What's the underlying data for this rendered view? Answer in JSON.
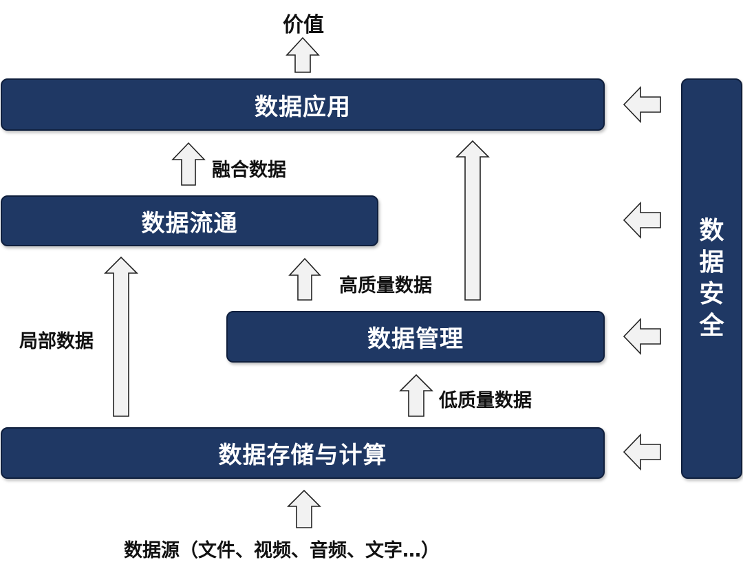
{
  "diagram": {
    "top_label": "价值",
    "bottom_label": "数据源（文件、视频、音频、文字…）",
    "boxes": {
      "application": "数据应用",
      "circulation": "数据流通",
      "management": "数据管理",
      "storage_compute": "数据存储与计算",
      "security": [
        "数",
        "据",
        "安",
        "全"
      ]
    },
    "flow_labels": {
      "fused": "融合数据",
      "high_quality": "高质量数据",
      "local": "局部数据",
      "low_quality": "低质量数据"
    },
    "colors": {
      "box_fill": "#1f3864",
      "box_text": "#ffffff",
      "arrow_fill": "#f2f2f2",
      "arrow_stroke": "#222222"
    }
  }
}
